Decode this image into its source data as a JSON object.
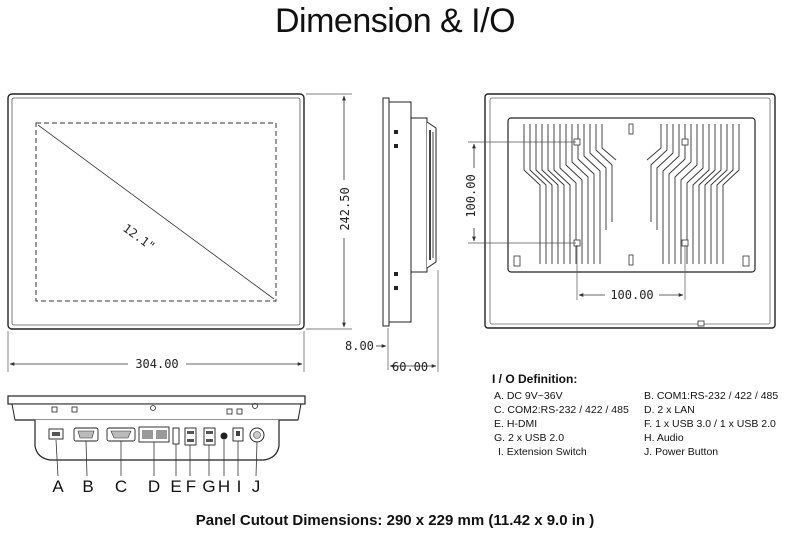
{
  "title": "Dimension & I/O",
  "dimensions": {
    "diagonal": "12.1\"",
    "height": "242.50",
    "width": "304.00",
    "bezel": "8.00",
    "depth": "60.00",
    "vesa_v": "100.00",
    "vesa_h": "100.00"
  },
  "io": {
    "heading": "I / O Definition:",
    "items": [
      "A. DC 9V~36V",
      "B. COM1:RS-232 / 422 / 485",
      "C. COM2:RS-232 / 422 / 485",
      "D. 2 x LAN",
      "E. H-DMI",
      "F. 1 x USB 3.0 / 1 x USB 2.0",
      "G. 2 x USB 2.0",
      "H. Audio",
      "I. Extension Switch",
      "J. Power Button"
    ]
  },
  "port_letters": [
    "A",
    "B",
    "C",
    "D",
    "E",
    "F",
    "G",
    "H",
    "I",
    "J"
  ],
  "cutout": "Panel Cutout Dimensions: 290 x 229 mm (11.42 x 9.0 in )"
}
